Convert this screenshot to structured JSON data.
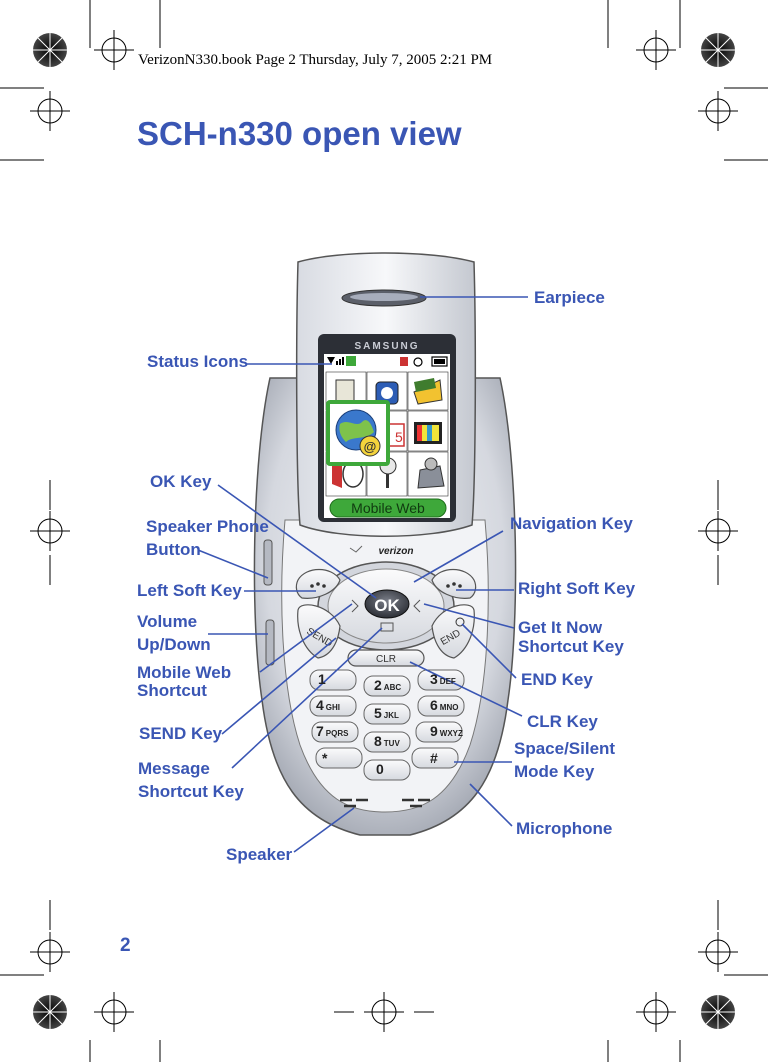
{
  "header": {
    "file_info": "VerizonN330.book  Page 2  Thursday, July 7, 2005  2:21 PM"
  },
  "title": "SCH-n330 open view",
  "page_number": "2",
  "phone": {
    "brand": "SAMSUNG",
    "carrier": "verizon",
    "screen_banner": "Mobile Web",
    "ok_label": "OK",
    "clr_label": "CLR",
    "send_label": "SEND",
    "end_label": "END",
    "keys": [
      {
        "digit": "1",
        "letters": ""
      },
      {
        "digit": "2",
        "letters": "ABC"
      },
      {
        "digit": "3",
        "letters": "DEF"
      },
      {
        "digit": "4",
        "letters": "GHI"
      },
      {
        "digit": "5",
        "letters": "JKL"
      },
      {
        "digit": "6",
        "letters": "MNO"
      },
      {
        "digit": "7",
        "letters": "PQRS"
      },
      {
        "digit": "8",
        "letters": "TUV"
      },
      {
        "digit": "9",
        "letters": "WXYZ"
      },
      {
        "digit": "*",
        "letters": ""
      },
      {
        "digit": "0",
        "letters": ""
      },
      {
        "digit": "#",
        "letters": ""
      }
    ]
  },
  "callouts": {
    "earpiece": "Earpiece",
    "status_icons": "Status Icons",
    "ok_key": "OK Key",
    "speaker_phone_1": "Speaker Phone",
    "speaker_phone_2": "Button",
    "navigation_key": "Navigation Key",
    "left_soft_key": "Left Soft Key",
    "right_soft_key": "Right Soft Key",
    "volume_1": "Volume",
    "volume_2": "Up/Down",
    "get_it_now_1": "Get It Now",
    "get_it_now_2": "Shortcut Key",
    "mobile_web_1": "Mobile Web",
    "mobile_web_2": "Shortcut",
    "end_key": "END Key",
    "send_key": "SEND Key",
    "clr_key": "CLR Key",
    "message_1": "Message",
    "message_2": "Shortcut Key",
    "space_silent_1": "Space/Silent",
    "space_silent_2": "Mode Key",
    "microphone": "Microphone",
    "speaker": "Speaker"
  },
  "colors": {
    "accent": "#3a56b4",
    "screen_green": "#3ea83a",
    "phone_silver": "#c9ccd4"
  }
}
